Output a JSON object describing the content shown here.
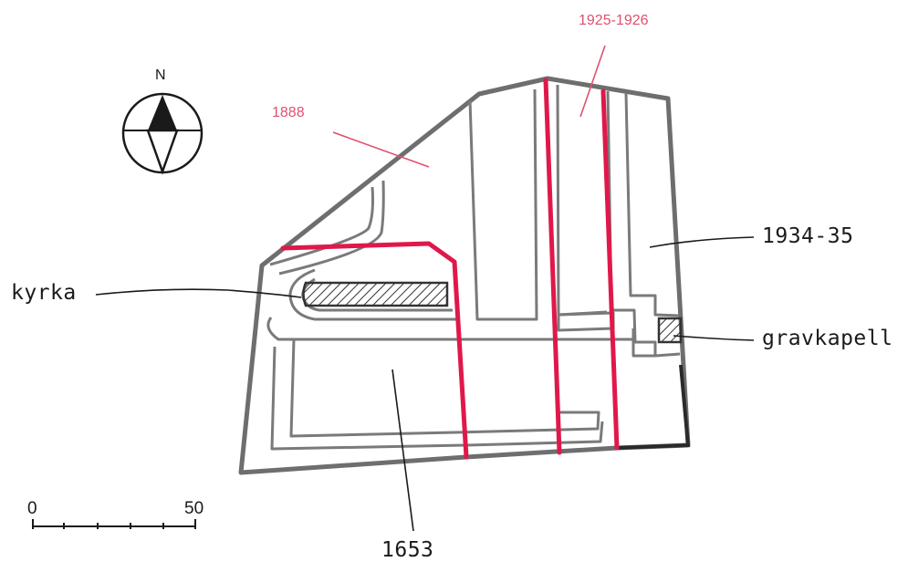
{
  "labels": {
    "year_1888": "1888",
    "year_1925": "1925-1926",
    "year_1934": "1934-35",
    "year_1653": "1653",
    "kyrka": "kyrka",
    "gravkapell": "gravkapell"
  },
  "compass": {
    "north": "N"
  },
  "scale": {
    "start": "0",
    "end": "50"
  },
  "colors": {
    "outline": "#6e6e6e",
    "extension": "#e0184a",
    "annotation": "#e0506e",
    "ink": "#1a1a1a"
  }
}
